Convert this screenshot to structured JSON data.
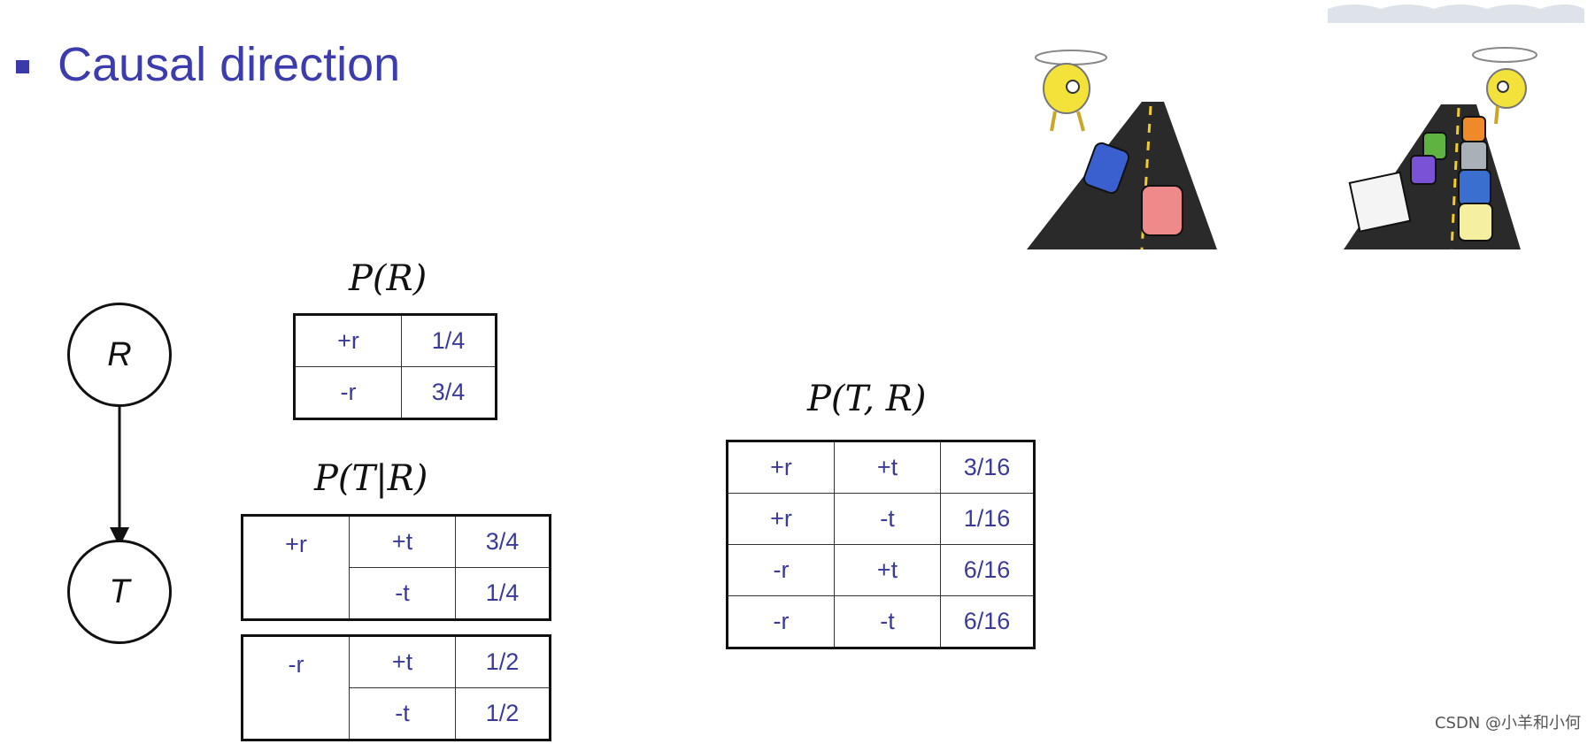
{
  "slide": {
    "title": "Causal direction"
  },
  "graph": {
    "nodes": [
      {
        "id": "R",
        "label": "R"
      },
      {
        "id": "T",
        "label": "T"
      }
    ],
    "edges": [
      {
        "from": "R",
        "to": "T"
      }
    ]
  },
  "tables": {
    "p_r": {
      "caption": "P(R)",
      "rows": [
        [
          "+r",
          "1/4"
        ],
        [
          "-r",
          "3/4"
        ]
      ]
    },
    "p_t_given_r": {
      "caption": "P(T|R)",
      "blocks": [
        {
          "r": "+r",
          "rows": [
            [
              "+t",
              "3/4"
            ],
            [
              "-t",
              "1/4"
            ]
          ]
        },
        {
          "r": "-r",
          "rows": [
            [
              "+t",
              "1/2"
            ],
            [
              "-t",
              "1/2"
            ]
          ]
        }
      ]
    },
    "p_t_r": {
      "caption": "P(T, R)",
      "rows": [
        [
          "+r",
          "+t",
          "3/16"
        ],
        [
          "+r",
          "-t",
          "1/16"
        ],
        [
          "-r",
          "+t",
          "6/16"
        ],
        [
          "-r",
          "-t",
          "6/16"
        ]
      ]
    }
  },
  "illustrations": [
    {
      "name": "light-traffic-road"
    },
    {
      "name": "heavy-traffic-road"
    }
  ],
  "watermark": "CSDN @小羊和小何",
  "colors": {
    "title": "#3c3cae",
    "table_text": "#3a3a9a",
    "bullet": "#3a3aaa"
  }
}
